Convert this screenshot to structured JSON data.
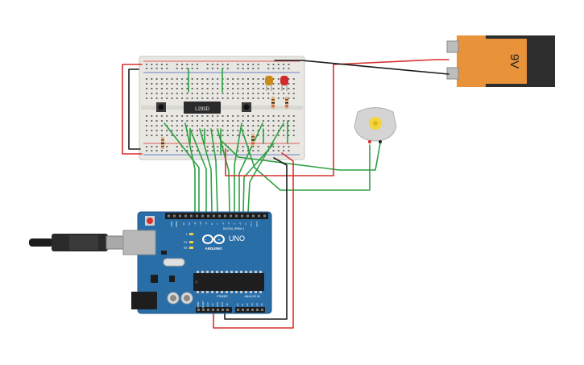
{
  "battery": {
    "label": "9V",
    "body_color": "#e8923a",
    "cap_color": "#2d2d2d"
  },
  "driver_ic": {
    "label": "L293D",
    "color": "#2b2b2b"
  },
  "arduino": {
    "brand": "ARDUINO",
    "model": "UNO",
    "digital_label": "DIGITAL (PWM~)",
    "power_label": "POWER",
    "analog_label": "ANALOG IN",
    "aref_label": "AREF",
    "gnd_label": "GND",
    "l_label": "L",
    "tx_label": "TX",
    "rx_label": "RX",
    "board_color": "#2a6ea8",
    "digital_pins": [
      "13",
      "12",
      "~11",
      "~10",
      "~9",
      "8",
      "7",
      "~6",
      "~5",
      "4",
      "~3",
      "2",
      "TX 1",
      "RX 0"
    ],
    "power_pins": [
      "IOREF",
      "RESET",
      "3.3V",
      "5V",
      "GND",
      "GND",
      "Vin"
    ],
    "analog_pins": [
      "A0",
      "A1",
      "A2",
      "A3",
      "A4",
      "A5"
    ]
  },
  "wire_colors": {
    "green": "#2da043",
    "red": "#d9302f",
    "black": "#1c1c1c"
  },
  "leds": [
    {
      "color": "#c98a18"
    },
    {
      "color": "#d12a2a"
    }
  ],
  "motor": {
    "body_color": "#d4d4d4",
    "shaft_color": "#f3d53b"
  }
}
